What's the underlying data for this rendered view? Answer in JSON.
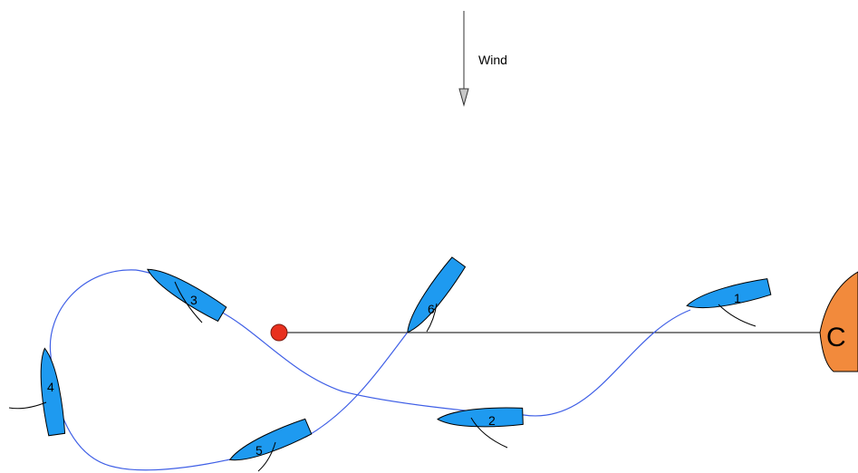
{
  "wind": {
    "label": "Wind"
  },
  "committee_boat": {
    "label": "C",
    "color": "#f28a3c"
  },
  "pin_mark": {
    "color": "#e8301e"
  },
  "colors": {
    "boat_fill": "#1e9af0",
    "track": "#3f5fe6",
    "start_line": "#000000"
  },
  "boats": [
    {
      "label": "1"
    },
    {
      "label": "2"
    },
    {
      "label": "3"
    },
    {
      "label": "4"
    },
    {
      "label": "5"
    },
    {
      "label": "6"
    }
  ]
}
